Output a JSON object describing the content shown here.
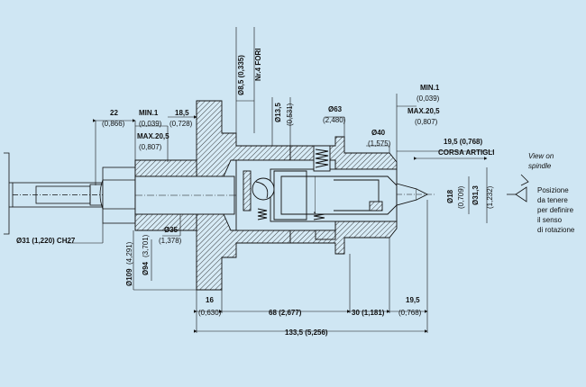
{
  "colors": {
    "background": "#cfe6f3",
    "line": "#111111",
    "hatch_fill": "#d7ebf6"
  },
  "labels": {
    "d22": "22",
    "d22_in": "(0,866)",
    "min1": "MIN.1",
    "min1_in": "(0,039)",
    "max205": "MAX.20,5",
    "max205_in": "(0,807)",
    "d185": "18,5",
    "d185_in": "(0,728)",
    "d85": "Ø8,5 (0,335)",
    "nr4fori": "Nr.4 FORI",
    "d135": "Ø13,5",
    "d135_in": "(0,531)",
    "d63": "Ø63",
    "d63_in": "(2,480)",
    "d40": "Ø40",
    "d40_in": "(1,575)",
    "min1_r": "MIN.1",
    "min1_r_in": "(0,039)",
    "max205_r": "MAX.20,5",
    "max205_r_in": "(0,807)",
    "corsa": "19,5 (0,768)",
    "corsa_label": "CORSA ARTIGLI",
    "view": "View on",
    "view2": "spindle",
    "pos1": "Posizione",
    "pos2": "da tenere",
    "pos3": "per definire",
    "pos4": "il senso",
    "pos5": "di rotazione",
    "d18": "Ø18",
    "d18_in": "(0,709)",
    "d313": "Ø31,3",
    "d313_in": "(1,232)",
    "d31": "Ø31 (1,220) CH27",
    "d35": "Ø35",
    "d35_in": "(1,378)",
    "d109": "Ø109",
    "d109_in": "(4,291)",
    "d94": "Ø94",
    "d94_in": "(3,701)",
    "d16": "16",
    "d16_in": "(0,630)",
    "d68": "68 (2,677)",
    "d30": "30 (1,181)",
    "d195": "19,5",
    "d195_in": "(0,768)",
    "d1335": "133,5 (5,256)"
  }
}
